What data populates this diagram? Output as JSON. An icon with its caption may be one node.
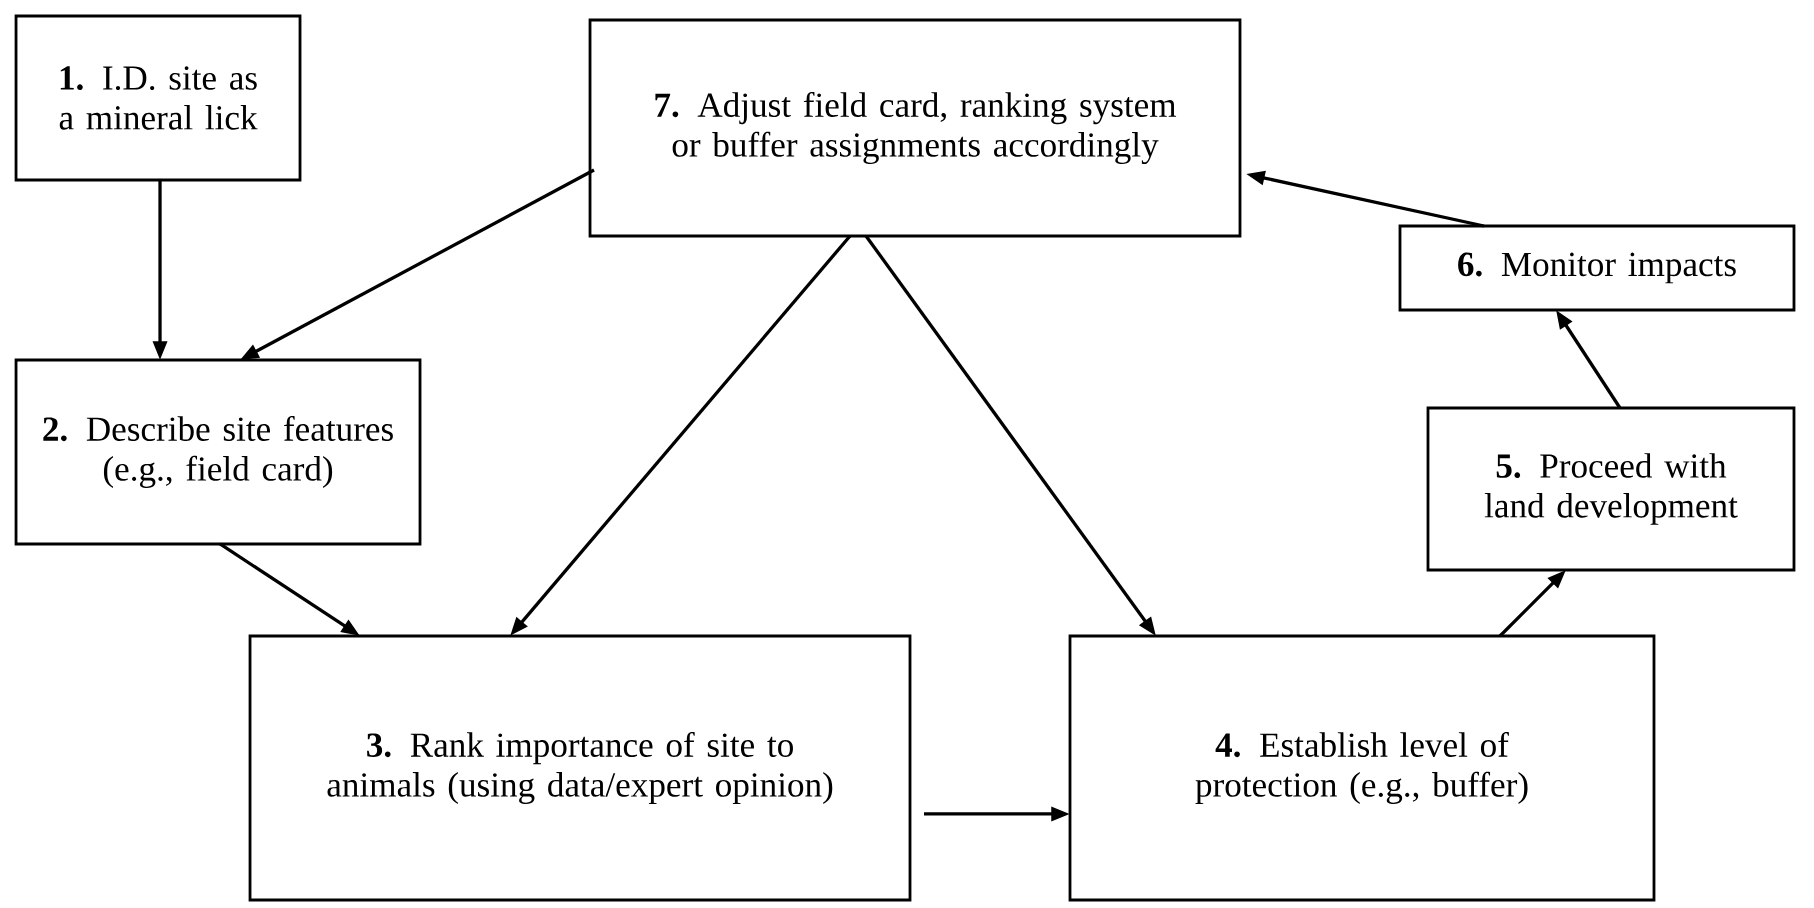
{
  "diagram": {
    "nodes": [
      {
        "text": [
          "**1.** I.D. site as a mineral lick"
        ]
      },
      {
        "text": [
          "**7.** Adjust field card, ranking system or buffer assignments accordingly"
        ]
      },
      {
        "text": [
          "**6.** Monitor impacts"
        ]
      },
      {
        "text": [
          "**2.** Describe site features (e.g., field card)"
        ]
      },
      {
        "text": [
          "**5.** Proceed with land development"
        ]
      },
      {
        "text": [
          "**3.** Rank importance of site to animals (using data/expert opinion)"
        ]
      },
      {
        "text": [
          "**4.** Establish level of protection (e.g., buffer)"
        ]
      }
    ],
    "edges": [
      {
        "from": 0,
        "to": 3,
        "arrow": "to"
      },
      {
        "from": 1,
        "to": 3,
        "arrow": "to"
      },
      {
        "from": 1,
        "to": 5,
        "arrow": "to"
      },
      {
        "from": 1,
        "to": 6,
        "arrow": "to"
      },
      {
        "from": 3,
        "to": 5,
        "arrow": "to"
      },
      {
        "from": 5,
        "to": 6,
        "arrow": "to"
      },
      {
        "from": 6,
        "to": 4,
        "arrow": "to"
      },
      {
        "from": 4,
        "to": 2,
        "arrow": "to"
      },
      {
        "from": 2,
        "to": 1,
        "arrow": "to"
      }
    ]
  }
}
